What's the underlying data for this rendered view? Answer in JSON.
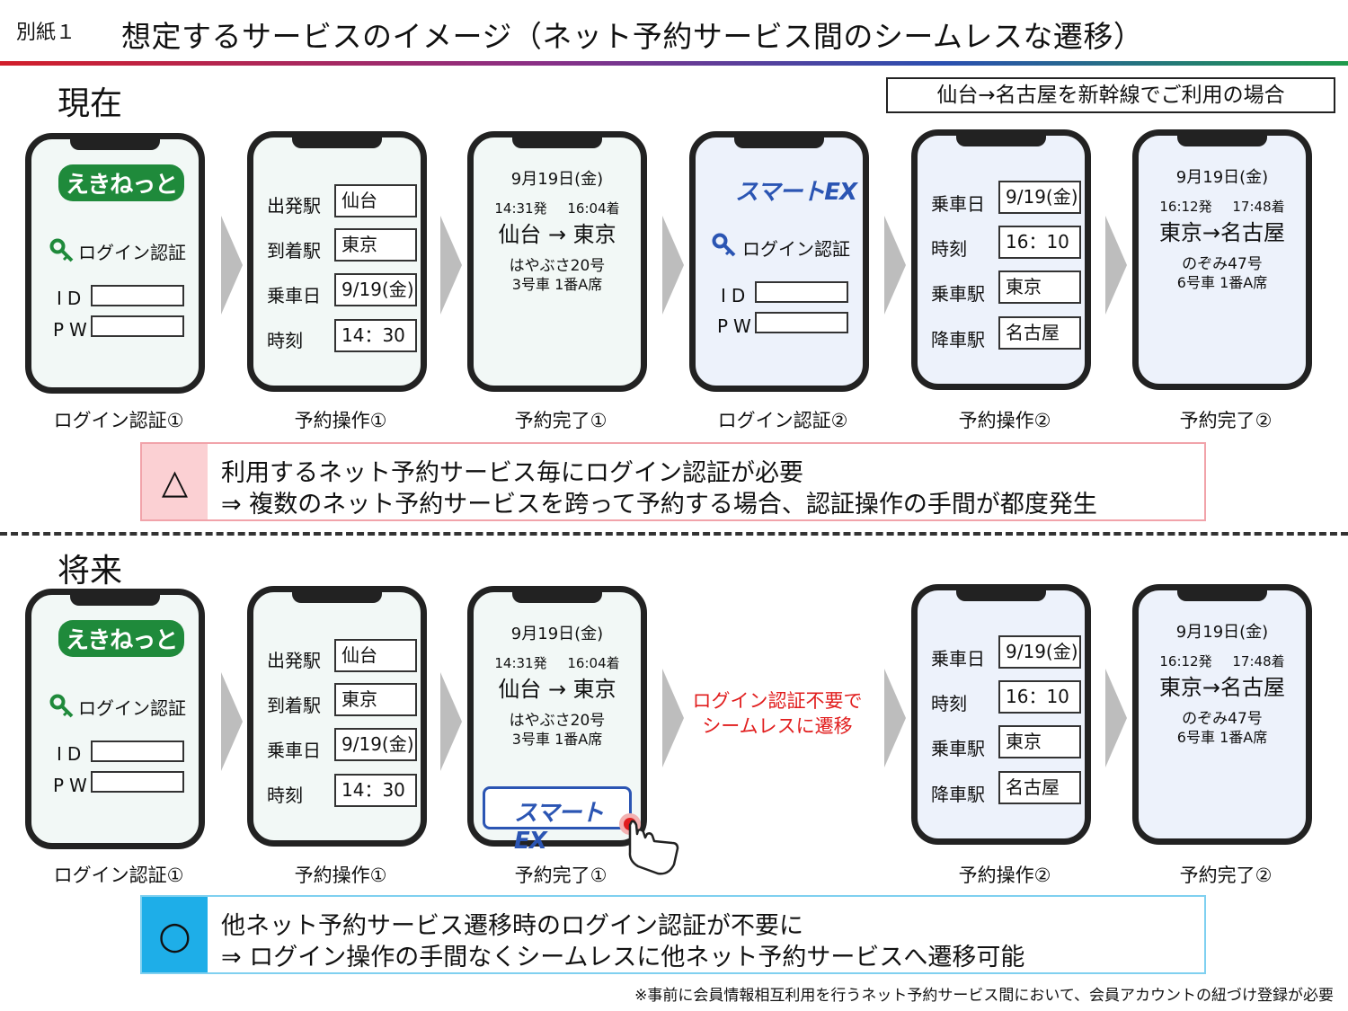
{
  "header": {
    "attachment": "別紙１",
    "title": "想定するサービスのイメージ（ネット予約サービス間のシームレスな遷移）"
  },
  "current": {
    "label": "現在",
    "route_box": "仙台→名古屋を新幹線でご利用の場合",
    "captions": [
      "ログイン認証①",
      "予約操作①",
      "予約完了①",
      "ログイン認証②",
      "予約操作②",
      "予約完了②"
    ],
    "note": {
      "symbol": "△",
      "line1": "利用するネット予約サービス毎にログイン認証が必要",
      "line2": "⇒ 複数のネット予約サービスを跨って予約する場合、認証操作の手間が都度発生"
    }
  },
  "future": {
    "label": "将来",
    "captions": [
      "ログイン認証①",
      "予約操作①",
      "予約完了①",
      "予約操作②",
      "予約完了②"
    ],
    "seamless_line1": "ログイン認証不要で",
    "seamless_line2": "シームレスに遷移",
    "note": {
      "symbol": "○",
      "line1": "他ネット予約サービス遷移時のログイン認証が不要に",
      "line2": "⇒ ログイン操作の手間なくシームレスに他ネット予約サービスへ遷移可能"
    }
  },
  "login": {
    "ekinet_logo": "えきねっと",
    "smartex_logo": "スマートEX",
    "login_label": "ログイン認証",
    "id_label": "ID",
    "pw_label": "PW"
  },
  "form1": {
    "rows": [
      {
        "label": "出発駅",
        "value": "仙台"
      },
      {
        "label": "到着駅",
        "value": "東京"
      },
      {
        "label": "乗車日",
        "value": "9/19(金)"
      },
      {
        "label": "時刻",
        "value": "14：30"
      }
    ]
  },
  "form2": {
    "rows": [
      {
        "label": "乗車日",
        "value": "9/19(金)"
      },
      {
        "label": "時刻",
        "value": "16：10"
      },
      {
        "label": "乗車駅",
        "value": "東京"
      },
      {
        "label": "降車駅",
        "value": "名古屋"
      }
    ]
  },
  "ticket1": {
    "date": "9月19日(金)",
    "depart": "14:31発",
    "arrive": "16:04着",
    "route": "仙台 → 東京",
    "train": "はやぶさ20号",
    "seat": "3号車 1番A席"
  },
  "ticket2": {
    "date": "9月19日(金)",
    "depart": "16:12発",
    "arrive": "17:48着",
    "route": "東京→名古屋",
    "train": "のぞみ47号",
    "seat": "6号車 1番A席"
  },
  "colors": {
    "green_logo": "#1f8a3b",
    "smartex_blue": "#2b55b3",
    "warning_pink": "#fbd0d3",
    "ok_blue": "#1eaee8",
    "seamless_red": "#e11d1d",
    "arrow_gray": "#bdbdbd"
  },
  "footnote": "※事前に会員情報相互利用を行うネット予約サービス間において、会員アカウントの紐づけ登録が必要"
}
